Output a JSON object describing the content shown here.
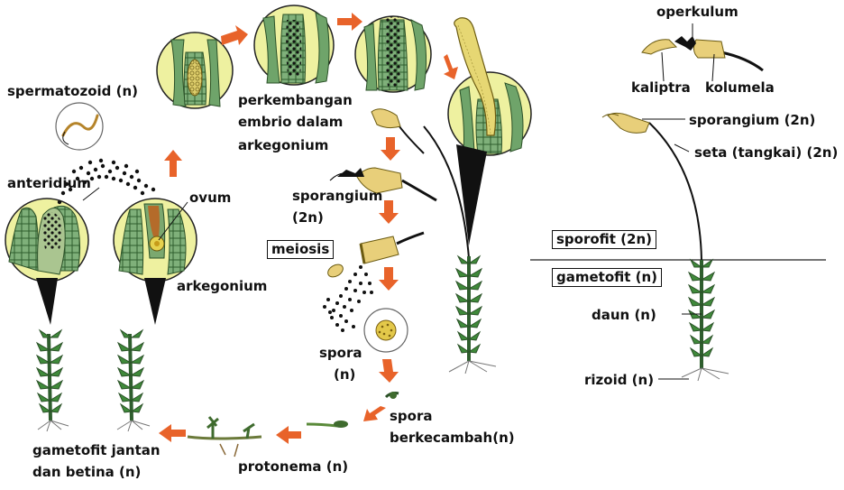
{
  "labels": {
    "spermatozoid": "spermatozoid (n)",
    "anteridium": "anteridium",
    "ovum": "ovum",
    "arkegonium": "arkegonium",
    "perkembangan": [
      "perkembangan",
      "embrio dalam",
      "arkegonium"
    ],
    "sporangium_left": [
      "sporangium",
      "(2n)"
    ],
    "meiosis": "meiosis",
    "spora": [
      "spora",
      "(n)"
    ],
    "spora_berkecambah": [
      "spora",
      "berkecambah(n)"
    ],
    "protonema": "protonema (n)",
    "gametofit_jantan": [
      "gametofit jantan",
      "dan betina (n)"
    ],
    "operkulum": "operkulum",
    "kaliptra": "kaliptra",
    "kolumela": "kolumela",
    "sporangium_right": "sporangium (2n)",
    "seta": "seta (tangkai) (2n)",
    "sporofit": "sporofit (2n)",
    "gametofit": "gametofit (n)",
    "daun": "daun (n)",
    "rizoid": "rizoid (n)"
  },
  "colors": {
    "arrow": "#e8632a",
    "circle_fill": "#eef1a0",
    "leaf": "#3f8a3a",
    "cell": "#d9c56a",
    "capsule": "#e8cf7a"
  }
}
